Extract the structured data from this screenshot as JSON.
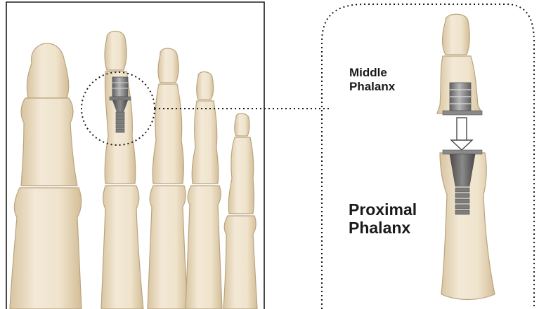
{
  "labels": {
    "middle_phalanx": {
      "line1": "Middle",
      "line2": "Phalanx"
    },
    "proximal_phalanx": {
      "line1": "Proximal",
      "line2": "Phalanx"
    }
  },
  "colors": {
    "bone": "#ede0c8",
    "bone_shade": "#d9c5a1",
    "bone_outline": "#b9a47e",
    "implant": "#9a9a9a",
    "implant_dark": "#6e6e6e",
    "frame": "#1a1a1a"
  },
  "icons": {
    "callout_arrow": "double-line-down-arrow"
  }
}
